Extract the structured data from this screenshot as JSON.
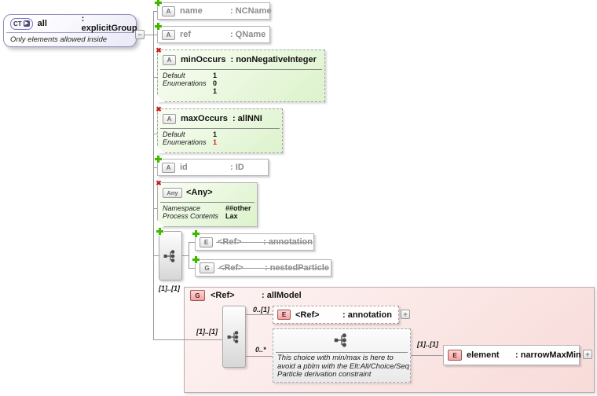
{
  "icons": {
    "collapse": "−",
    "expand": "+",
    "delete": "✖",
    "ct_arrow": "▶"
  },
  "root": {
    "badge": "CT",
    "name": "all",
    "type": ": explicitGroup",
    "note": "Only elements allowed inside"
  },
  "attrs": [
    {
      "badge": "A",
      "name": "name",
      "type": ": NCName"
    },
    {
      "badge": "A",
      "name": "ref",
      "type": ": QName"
    },
    {
      "badge": "A",
      "name": "minOccurs",
      "type": ": nonNegativeInteger",
      "facets": [
        {
          "label": "Default",
          "value": "1"
        },
        {
          "label": "Enumerations",
          "value": "0"
        },
        {
          "label": "",
          "value": "1"
        }
      ]
    },
    {
      "badge": "A",
      "name": "maxOccurs",
      "type": ": allNNI",
      "facets": [
        {
          "label": "Default",
          "value": "1"
        },
        {
          "label": "Enumerations",
          "value": "1"
        }
      ]
    },
    {
      "badge": "A",
      "name": "id",
      "type": ": ID"
    }
  ],
  "any": {
    "badge": "Any",
    "name": "<Any>",
    "facets": [
      {
        "label": "Namespace",
        "value": "##other"
      },
      {
        "label": "Process Contents",
        "value": "Lax"
      }
    ]
  },
  "outer_refs": [
    {
      "badge": "E",
      "name": "<Ref>",
      "type": ": annotation"
    },
    {
      "badge": "G",
      "name": "<Ref>",
      "type": ": nestedParticle"
    }
  ],
  "group": {
    "badge": "G",
    "name": "<Ref>",
    "type": ": allModel",
    "cardinality": "[1]..[1]",
    "compositor_cardinality": "[1]..[1]",
    "annotation": {
      "badge": "E",
      "name": "<Ref>",
      "type": ": annotation",
      "cardinality": "0..[1]"
    },
    "choice": {
      "cardinality": "0..*",
      "note_lines": [
        "This choice with min/max is here to",
        "avoid a pblm with the Elt:All/Choice/Seq",
        "Particle derivation constraint"
      ]
    },
    "element": {
      "badge": "E",
      "name": "element",
      "type": ": narrowMaxMin",
      "cardinality": "[1]..[1]"
    }
  }
}
